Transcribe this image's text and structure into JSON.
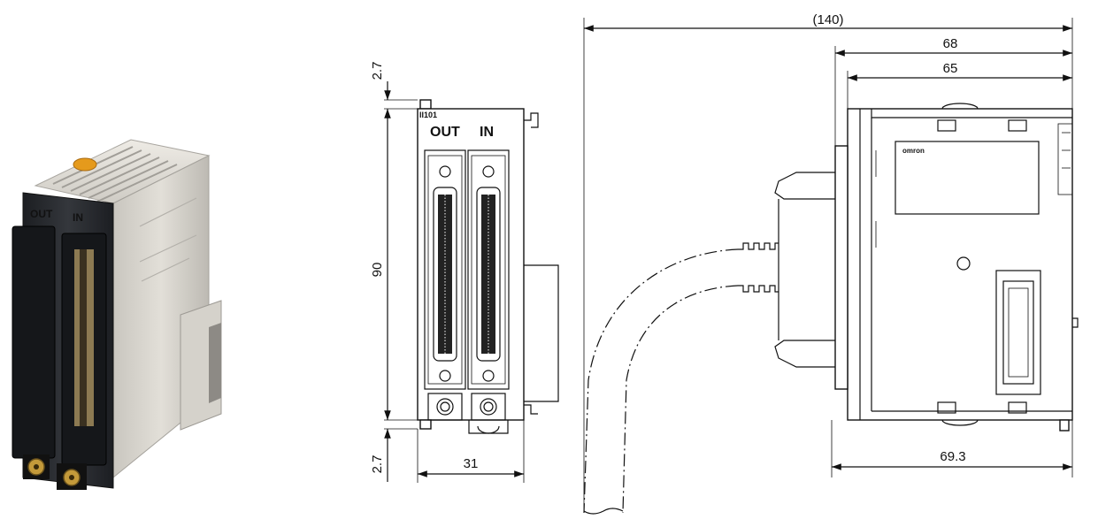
{
  "photo": {
    "panel_labels": {
      "out": "OUT",
      "in": "IN"
    }
  },
  "front_view": {
    "model_text": "II101",
    "port_labels": {
      "out": "OUT",
      "in": "IN"
    },
    "dimensions": {
      "top_gap": "2.7",
      "height": "90",
      "bottom_gap": "2.7",
      "width": "31"
    }
  },
  "side_view": {
    "brand_text": "omron",
    "dimensions": {
      "overall_length": "(140)",
      "depth_outer": "68",
      "depth_inner": "65",
      "depth_base": "69.3"
    }
  },
  "colors": {
    "line": "#111111",
    "housing": "#d9d6cf",
    "front_panel": "#2a2c30"
  }
}
